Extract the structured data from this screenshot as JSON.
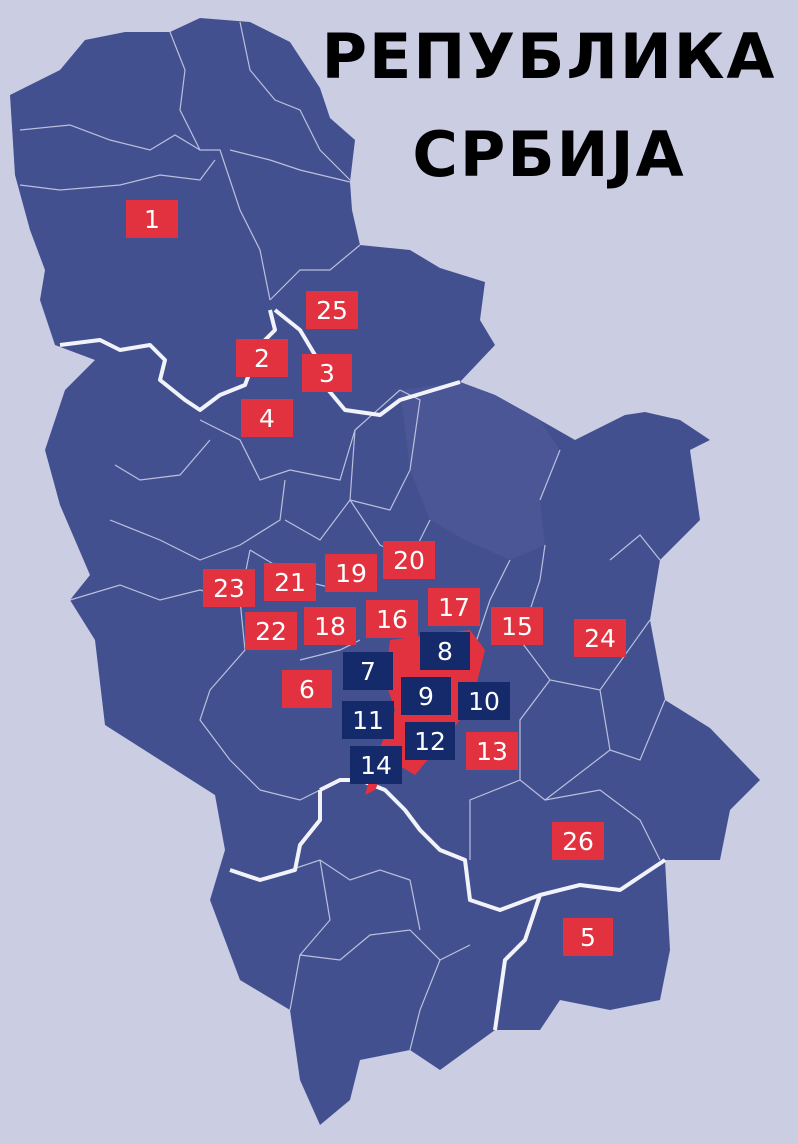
{
  "title": {
    "line1": "РЕПУБЛИКА",
    "line2": "СРБИЈА"
  },
  "colors": {
    "background": "#cbcde3",
    "land": "#425090",
    "border_white": "#f2f3fa",
    "red_label": "#e2323f",
    "navy_label": "#152a6a"
  },
  "labels": [
    {
      "text": "1",
      "style": "red"
    },
    {
      "text": "25",
      "style": "red"
    },
    {
      "text": "2",
      "style": "red"
    },
    {
      "text": "3",
      "style": "red"
    },
    {
      "text": "4",
      "style": "red"
    },
    {
      "text": "20",
      "style": "red"
    },
    {
      "text": "19",
      "style": "red"
    },
    {
      "text": "21",
      "style": "red"
    },
    {
      "text": "23",
      "style": "red"
    },
    {
      "text": "17",
      "style": "red"
    },
    {
      "text": "16",
      "style": "red"
    },
    {
      "text": "18",
      "style": "red"
    },
    {
      "text": "22",
      "style": "red"
    },
    {
      "text": "15",
      "style": "red"
    },
    {
      "text": "24",
      "style": "red"
    },
    {
      "text": "8",
      "style": "navy"
    },
    {
      "text": "7",
      "style": "navy"
    },
    {
      "text": "6",
      "style": "red"
    },
    {
      "text": "9",
      "style": "navy"
    },
    {
      "text": "10",
      "style": "navy"
    },
    {
      "text": "11",
      "style": "navy"
    },
    {
      "text": "12",
      "style": "navy"
    },
    {
      "text": "13",
      "style": "red"
    },
    {
      "text": "14",
      "style": "navy"
    },
    {
      "text": "26",
      "style": "red"
    },
    {
      "text": "5",
      "style": "red"
    }
  ]
}
